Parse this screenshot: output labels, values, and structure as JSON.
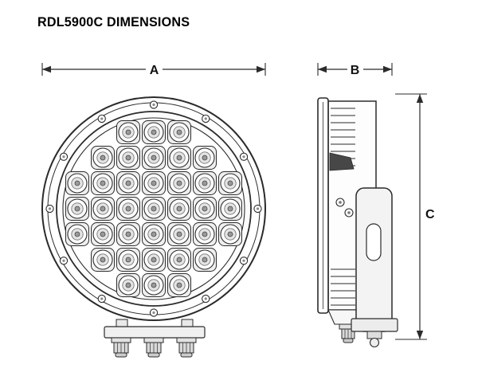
{
  "header": {
    "title": "RDL5900C DIMENSIONS"
  },
  "diagram": {
    "background": "#ffffff",
    "line_color": "#2b2b2b",
    "fill_light": "#f2f2f2",
    "dimension_labels": {
      "a": "A",
      "b": "B",
      "c": "C"
    },
    "front_view": {
      "led_rows": [
        3,
        5,
        7,
        7,
        7,
        5,
        3
      ],
      "led_total": 37,
      "bolt_count": 12,
      "connector_count": 3
    },
    "side_view": {
      "fin_count_top": 9,
      "fin_count_bottom": 6,
      "bolt_count": 2,
      "connector_count": 1
    }
  }
}
